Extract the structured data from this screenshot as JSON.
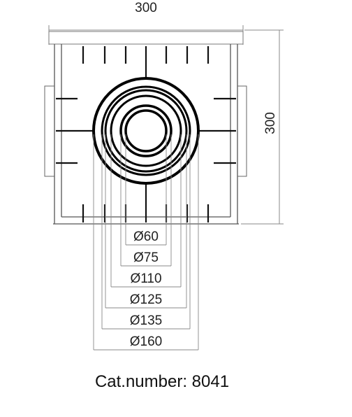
{
  "dimensions": {
    "width_label": "300",
    "height_label": "300"
  },
  "outlet_diameters": [
    "Ø60",
    "Ø75",
    "Ø110",
    "Ø125",
    "Ø135",
    "Ø160"
  ],
  "caption": "Cat.number: 8041"
}
